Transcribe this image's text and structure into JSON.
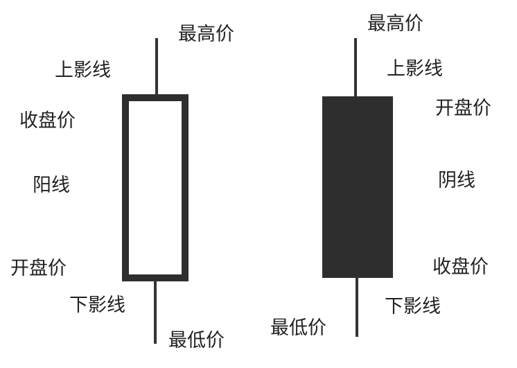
{
  "diagram": {
    "type": "candlestick-explanation",
    "colors": {
      "stroke": "#2e2e2e",
      "background": "#ffffff",
      "text": "#222222"
    },
    "bullish": {
      "name": "阳线",
      "labels": {
        "high": "最高价",
        "upper_shadow": "上影线",
        "close": "收盘价",
        "body": "阳线",
        "open": "开盘价",
        "lower_shadow": "下影线",
        "low": "最低价"
      }
    },
    "bearish": {
      "name": "阴线",
      "labels": {
        "high": "最高价",
        "upper_shadow": "上影线",
        "open": "开盘价",
        "body": "阴线",
        "close": "收盘价",
        "lower_shadow": "下影线",
        "low": "最低价"
      }
    }
  }
}
